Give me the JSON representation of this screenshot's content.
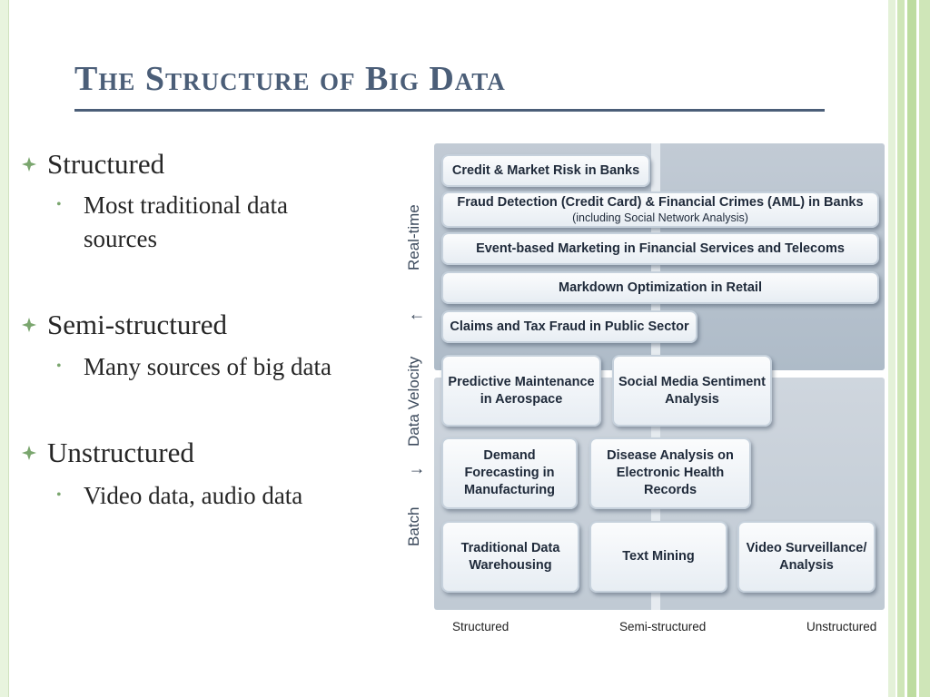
{
  "title": "The Structure of Big Data",
  "bullets": [
    {
      "label": "Structured",
      "sub": [
        "Most traditional data",
        "sources"
      ]
    },
    {
      "label": "Semi-structured",
      "sub": [
        "Many sources of big data"
      ]
    },
    {
      "label": "Unstructured",
      "sub": [
        "Video data, audio data"
      ]
    }
  ],
  "diagram": {
    "y_axis": {
      "top": "Real-time",
      "middle": "Data Velocity",
      "bottom": "Batch",
      "arrow_up": "↑",
      "arrow_down": "↓"
    },
    "x_axis": [
      "Structured",
      "Semi-structured",
      "Unstructured"
    ],
    "boxes": {
      "credit": "Credit & Market Risk in Banks",
      "fraud": "Fraud Detection (Credit Card) & Financial Crimes (AML) in Banks",
      "fraud_sub": "(including Social Network Analysis)",
      "event": "Event-based Marketing in Financial Services and Telecoms",
      "markdown": "Markdown Optimization in Retail",
      "claims": "Claims and Tax Fraud in Public Sector",
      "predictive": "Predictive Maintenance in Aerospace",
      "social": "Social Media Sentiment Analysis",
      "demand": "Demand Forecasting in Manufacturing",
      "disease": "Disease Analysis on Electronic Health Records",
      "warehouse": "Traditional Data Warehousing",
      "textmining": "Text Mining",
      "video": "Video Surveillance/ Analysis"
    }
  },
  "colors": {
    "title": "#4b5e78",
    "bullet": "#7aa66e",
    "accent_green": "#cfe6b8"
  }
}
